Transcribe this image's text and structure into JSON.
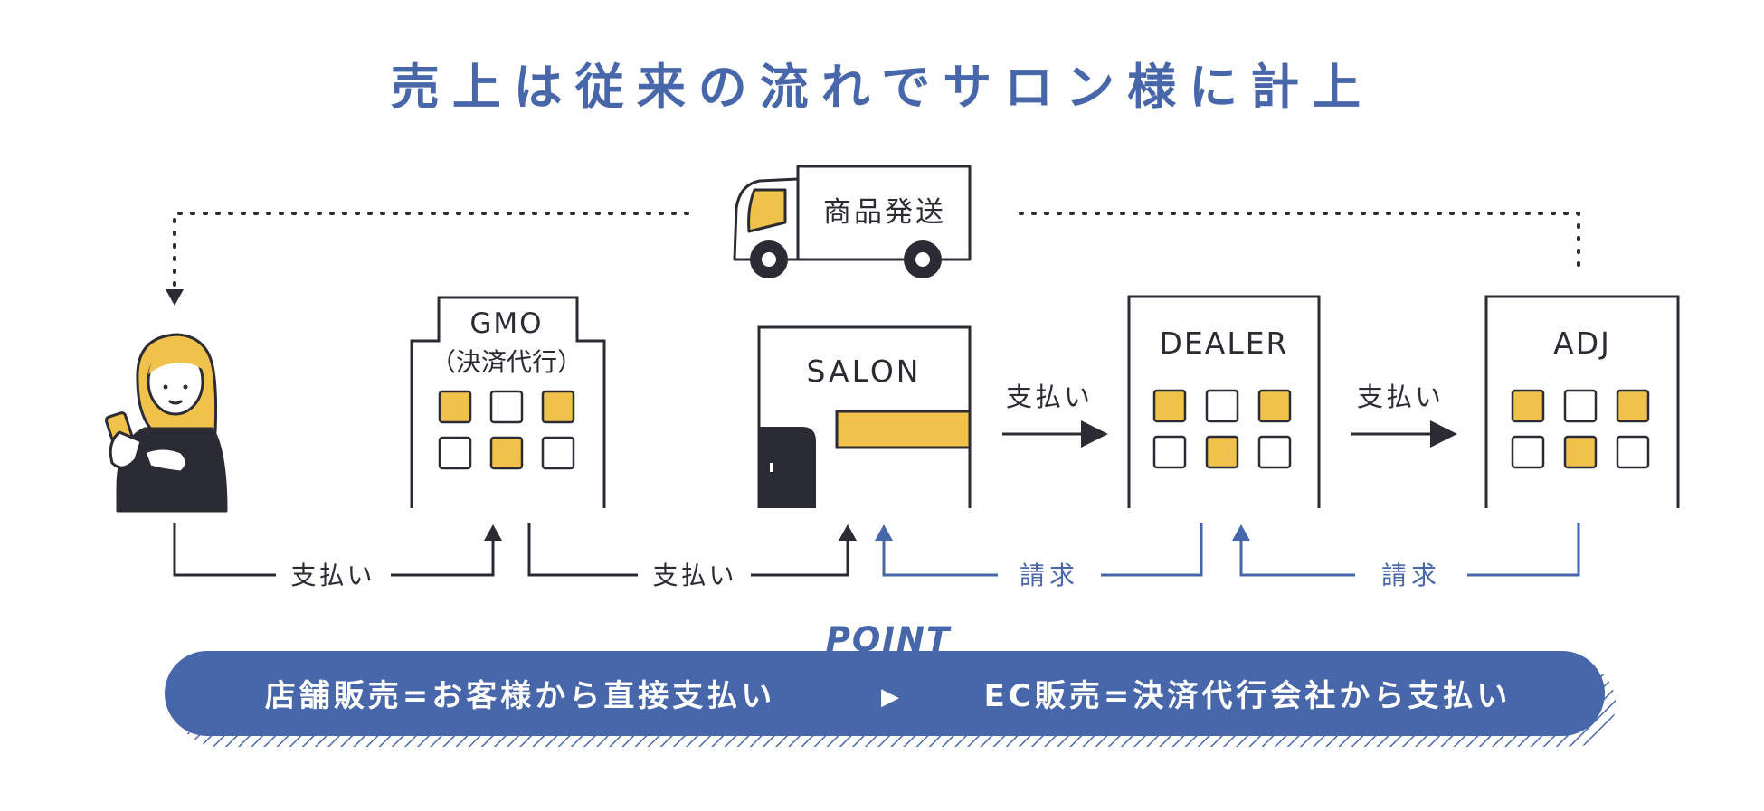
{
  "title": "売上は従来の流れでサロン様に計上",
  "delivery": {
    "label": "商品発送"
  },
  "nodes": {
    "gmo": {
      "name": "GMO",
      "sub": "（決済代行）"
    },
    "salon": {
      "name": "SALON"
    },
    "dealer": {
      "name": "DEALER"
    },
    "adj": {
      "name": "ADJ"
    }
  },
  "flows": {
    "salon_to_dealer": "支払い",
    "dealer_to_adj": "支払い",
    "customer_to_gmo": "支払い",
    "gmo_to_salon": "支払い",
    "dealer_bills_salon": "請求",
    "adj_bills_dealer": "請求"
  },
  "point": {
    "tag": "POINT",
    "left_text": "店舗販売=お客様から直接支払い",
    "arrow": "▶",
    "right_text": "EC販売=決済代行会社から支払い"
  },
  "colors": {
    "accent_blue": "#4866aa",
    "yellow": "#f0c24b",
    "ink": "#2b2b33"
  }
}
